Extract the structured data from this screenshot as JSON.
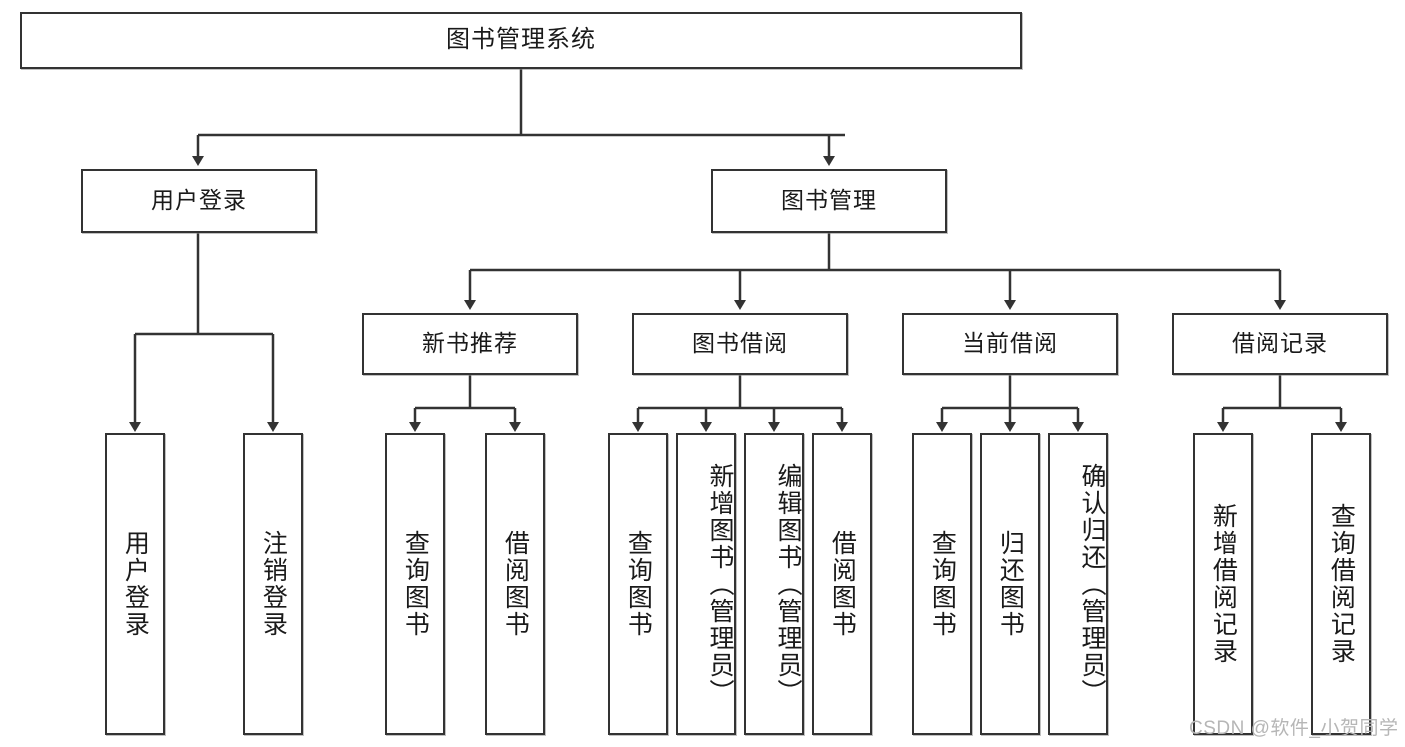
{
  "diagram": {
    "type": "tree-hierarchy",
    "title": "图书管理系统",
    "root": {
      "id": "root",
      "label": "图书管理系统"
    },
    "level2": [
      {
        "id": "user-login",
        "label": "用户登录"
      },
      {
        "id": "book-management",
        "label": "图书管理"
      }
    ],
    "level3": [
      {
        "id": "new-book-recommend",
        "label": "新书推荐",
        "parent": "book-management"
      },
      {
        "id": "book-borrow",
        "label": "图书借阅",
        "parent": "book-management"
      },
      {
        "id": "current-borrow",
        "label": "当前借阅",
        "parent": "book-management"
      },
      {
        "id": "borrow-record",
        "label": "借阅记录",
        "parent": "book-management"
      }
    ],
    "leaves": [
      {
        "id": "leaf-user-login",
        "label": "用户登录",
        "parent": "user-login"
      },
      {
        "id": "leaf-logout",
        "label": "注销登录",
        "parent": "user-login"
      },
      {
        "id": "leaf-query-book-1",
        "label": "查询图书",
        "parent": "new-book-recommend"
      },
      {
        "id": "leaf-borrow-book-1",
        "label": "借阅图书",
        "parent": "new-book-recommend"
      },
      {
        "id": "leaf-query-book-2",
        "label": "查询图书",
        "parent": "book-borrow"
      },
      {
        "id": "leaf-add-book",
        "label": "新增图书（管理员）",
        "parent": "book-borrow"
      },
      {
        "id": "leaf-edit-book",
        "label": "编辑图书（管理员）",
        "parent": "book-borrow"
      },
      {
        "id": "leaf-borrow-book-2",
        "label": "借阅图书",
        "parent": "book-borrow"
      },
      {
        "id": "leaf-query-book-3",
        "label": "查询图书",
        "parent": "current-borrow"
      },
      {
        "id": "leaf-return-book",
        "label": "归还图书",
        "parent": "current-borrow"
      },
      {
        "id": "leaf-confirm-return",
        "label": "确认归还（管理员）",
        "parent": "current-borrow"
      },
      {
        "id": "leaf-add-record",
        "label": "新增借阅记录",
        "parent": "borrow-record"
      },
      {
        "id": "leaf-query-record",
        "label": "查询借阅记录",
        "parent": "borrow-record"
      }
    ],
    "watermark": "CSDN @软件_小贺同学",
    "colors": {
      "border": "#333333",
      "background": "#ffffff",
      "text": "#1a1a1a",
      "watermark": "#b6b6b6"
    }
  }
}
